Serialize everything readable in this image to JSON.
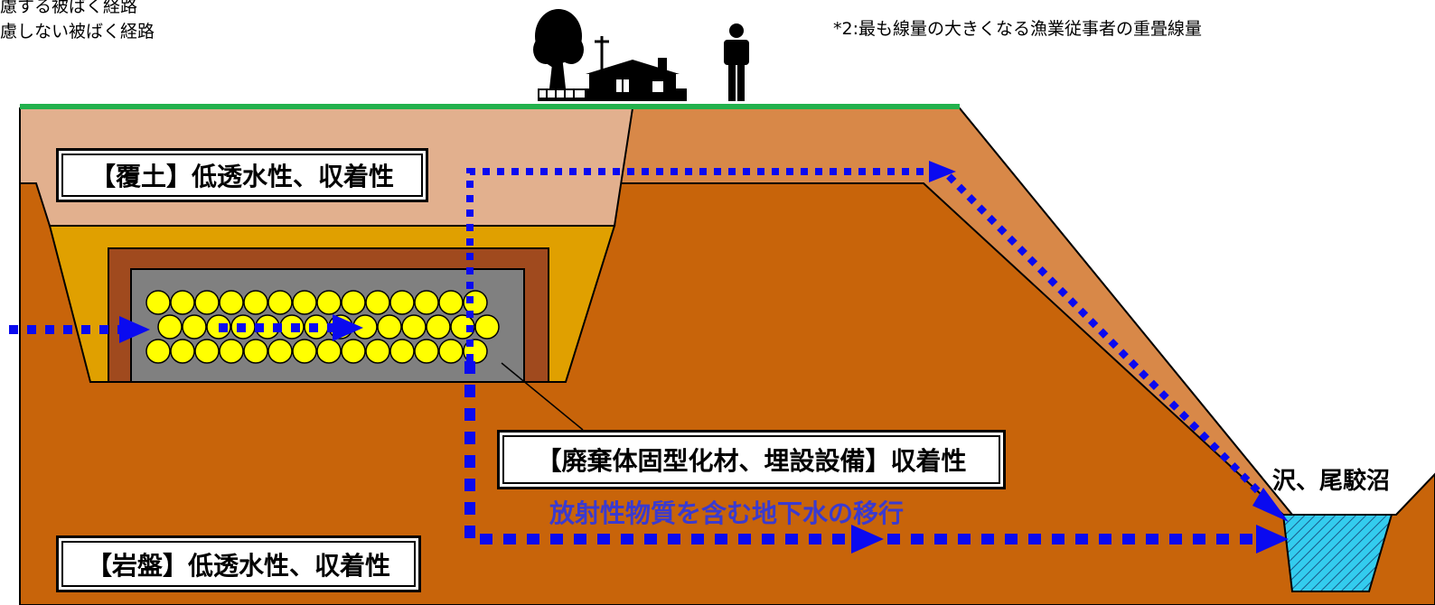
{
  "legend": {
    "line1": "慮する被ばく経路",
    "line2": "慮しない被ばく経路"
  },
  "note": "*2:最も線量の大きくなる漁業従事者の重畳線量",
  "labels": {
    "cover_soil": "【覆土】低透水性、収着性",
    "waste_facility": "【廃棄体固型化材、埋設設備】収着性",
    "bedrock": "【岩盤】低透水性、収着性",
    "groundwater_flow": "放射性物質を含む地下水の移行",
    "marsh": "沢、尾駮沼"
  },
  "icons": {
    "tree": "tree-icon",
    "house": "house-icon",
    "person": "person-icon"
  },
  "colors": {
    "ground_surface": "#22b14c",
    "bedrock": "#c8640a",
    "cover_soil": "#e2b08e",
    "slope_layer": "#d88848",
    "fill_layer": "#e0a000",
    "facility_wall": "#a04a1e",
    "waste_area": "#808080",
    "waste_drum": "#ffff00",
    "flow_arrow": "#0a0af0",
    "water": "#33ccee"
  }
}
